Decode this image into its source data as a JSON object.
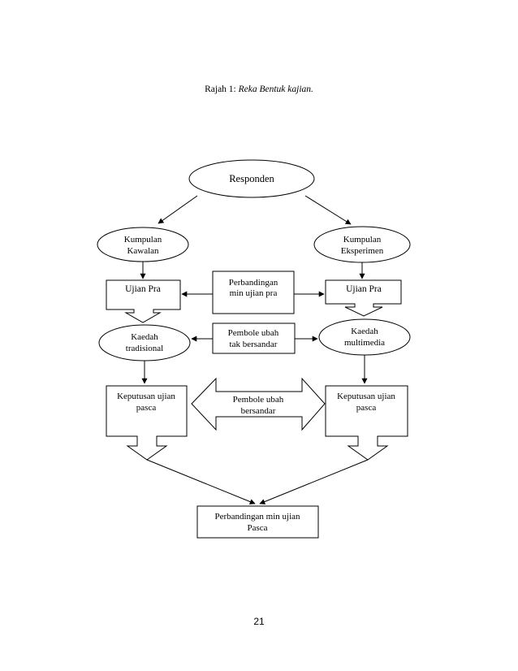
{
  "caption": {
    "prefix": "Rajah 1: ",
    "title": "Reka Bentuk kajian."
  },
  "nodes": {
    "responden": "Responden",
    "kumpulan_kawalan": [
      "Kumpulan",
      "Kawalan"
    ],
    "kumpulan_eksperimen": [
      "Kumpulan",
      "Eksperimen"
    ],
    "ujian_pra_left": "Ujian Pra",
    "ujian_pra_right": "Ujian Pra",
    "perbandingan_pra": [
      "Perbandingan",
      "min ujian pra"
    ],
    "kaedah_tradisional": [
      "Kaedah",
      "tradisional"
    ],
    "kaedah_multimedia": [
      "Kaedah",
      "multimedia"
    ],
    "pembole_tak_bersandar": [
      "Pembole ubah",
      "tak bersandar"
    ],
    "keputusan_left": [
      "Keputusan ujian",
      "pasca"
    ],
    "keputusan_right": [
      "Keputusan ujian",
      "pasca"
    ],
    "pembole_bersandar": [
      "Pembole ubah",
      "bersandar"
    ],
    "perbandingan_pasca": [
      "Perbandingan min ujian",
      "Pasca"
    ]
  },
  "page_number": "21"
}
